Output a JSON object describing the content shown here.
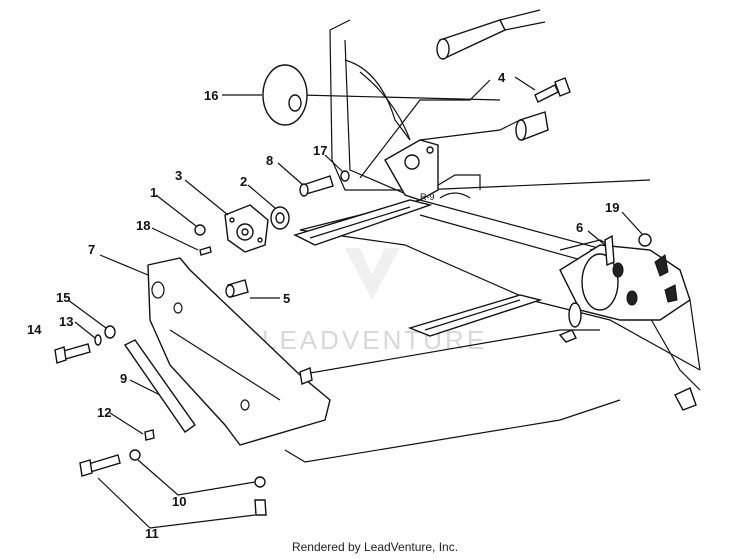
{
  "callouts": [
    "1",
    "2",
    "3",
    "4",
    "5",
    "6",
    "7",
    "8",
    "9",
    "10",
    "11",
    "12",
    "13",
    "14",
    "15",
    "16",
    "17",
    "18",
    "19"
  ],
  "frame_mark": "R-9",
  "watermark": "LEADVENTURE",
  "footer": "Rendered by LeadVenture, Inc."
}
